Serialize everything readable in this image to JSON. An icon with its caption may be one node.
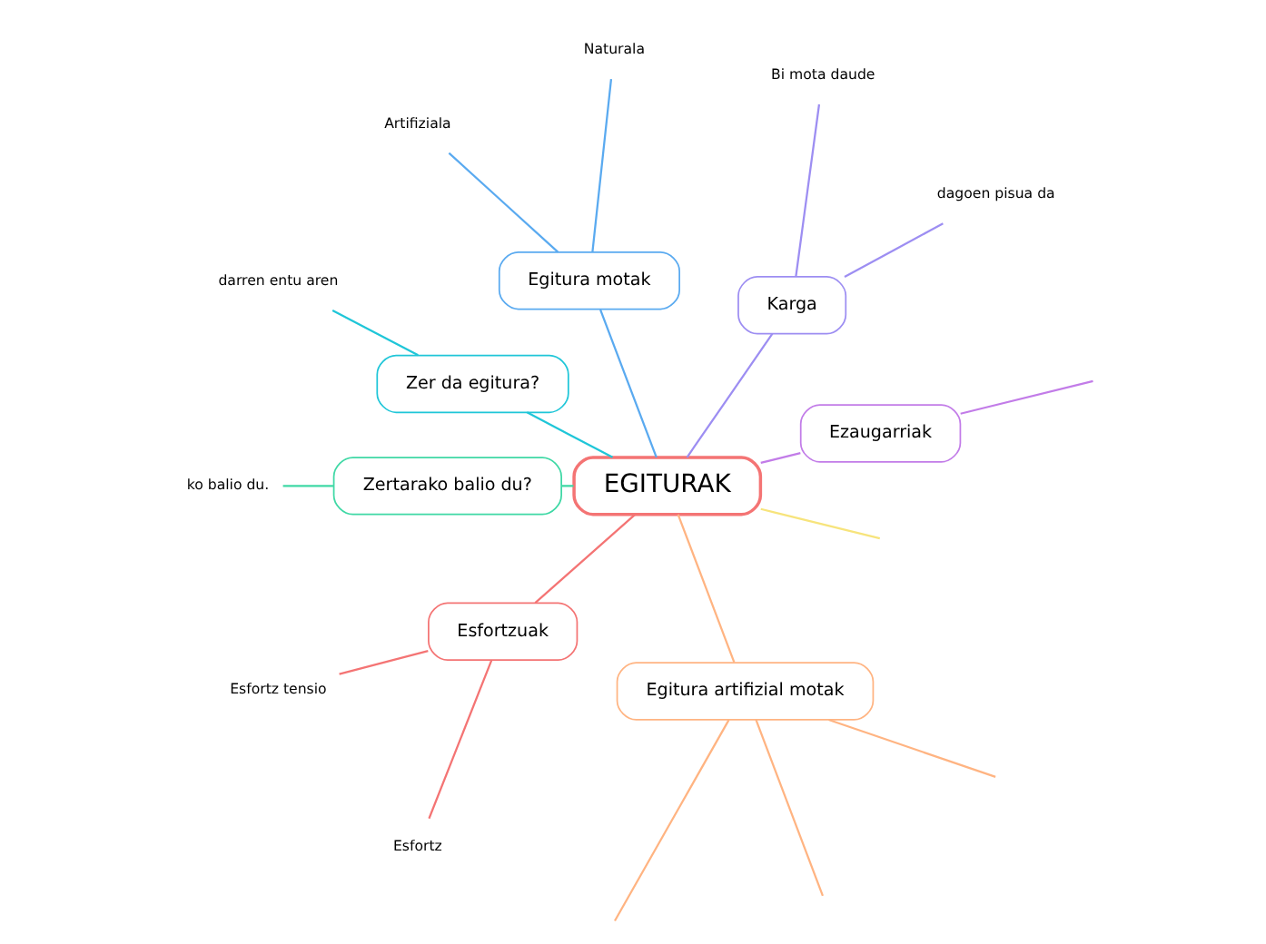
{
  "diagram": {
    "nodes": [
      {
        "text": [
          "EGITURAK"
        ]
      },
      {
        "text": [
          "Ezaugarriak"
        ]
      },
      {
        "text": [
          "Karga"
        ]
      },
      {
        "text": [
          "dagoen pisua da"
        ]
      },
      {
        "text": [
          "Bi mota daude"
        ]
      },
      {
        "text": [
          "Egitura motak"
        ]
      },
      {
        "text": [
          "Naturala"
        ]
      },
      {
        "text": [
          "Artifiziala"
        ]
      },
      {
        "text": [
          "Zer da egitura?"
        ]
      },
      {
        "text": [
          "darren entu aren"
        ]
      },
      {
        "text": [
          "Zertarako balio du?"
        ]
      },
      {
        "text": [
          "ko balio du."
        ]
      },
      {
        "text": [
          "Esfortzuak"
        ]
      },
      {
        "text": [
          "Esfortz tensio"
        ]
      },
      {
        "text": [
          "Esfortz"
        ]
      },
      {
        "text": [
          "Egitura artifizial motak"
        ]
      }
    ],
    "edges": [
      {
        "from": 0,
        "to": 1,
        "arrow": "none",
        "color": "#c27ce8"
      },
      {
        "from": 1,
        "to": null,
        "arrow": "none",
        "color": "#c27ce8"
      },
      {
        "from": 0,
        "to": 2,
        "arrow": "none",
        "color": "#9d8ef2"
      },
      {
        "from": 2,
        "to": 3,
        "arrow": "none",
        "color": "#9d8ef2"
      },
      {
        "from": 2,
        "to": 4,
        "arrow": "none",
        "color": "#9d8ef2"
      },
      {
        "from": 0,
        "to": 5,
        "arrow": "none",
        "color": "#5aaaf0"
      },
      {
        "from": 5,
        "to": 6,
        "arrow": "none",
        "color": "#5aaaf0"
      },
      {
        "from": 5,
        "to": 7,
        "arrow": "none",
        "color": "#5aaaf0"
      },
      {
        "from": 0,
        "to": 8,
        "arrow": "none",
        "color": "#1fc6d8"
      },
      {
        "from": 8,
        "to": 9,
        "arrow": "none",
        "color": "#1fc6d8"
      },
      {
        "from": 0,
        "to": 10,
        "arrow": "none",
        "color": "#3fd8a5"
      },
      {
        "from": 10,
        "to": 11,
        "arrow": "none",
        "color": "#3fd8a5"
      },
      {
        "from": 0,
        "to": null,
        "arrow": "none",
        "color": "#f7e47c"
      },
      {
        "from": 0,
        "to": 12,
        "arrow": "none",
        "color": "#f47474"
      },
      {
        "from": 12,
        "to": 13,
        "arrow": "none",
        "color": "#f47474"
      },
      {
        "from": 12,
        "to": 14,
        "arrow": "none",
        "color": "#f47474"
      },
      {
        "from": 0,
        "to": 15,
        "arrow": "none",
        "color": "#ffb482"
      },
      {
        "from": 15,
        "to": null,
        "arrow": "none",
        "color": "#ffb482"
      },
      {
        "from": 15,
        "to": null,
        "arrow": "none",
        "color": "#ffb482"
      },
      {
        "from": 15,
        "to": null,
        "arrow": "none",
        "color": "#ffb482"
      }
    ]
  }
}
